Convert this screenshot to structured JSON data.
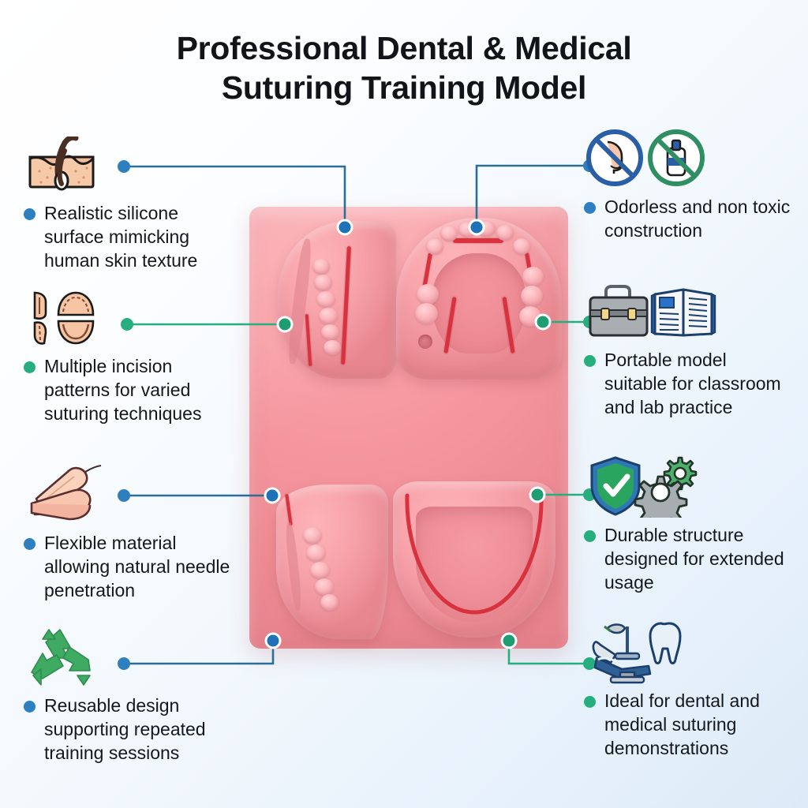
{
  "title": {
    "line1": "Professional Dental & Medical",
    "line2": "Suturing Training Model"
  },
  "colors": {
    "accent_blue": "#2e7fc0",
    "accent_green": "#27ae7f",
    "pad_pink": "#f79aa2",
    "incision_red": "#d8323f",
    "text": "#14181c",
    "bg_light": "#ffffff",
    "bg_blue": "#dceaf7"
  },
  "center_image": {
    "label": "silicone suturing training pad with four dental arch modules",
    "modules": [
      "upper-left-half-arch",
      "upper-right-maxilla-arch",
      "lower-left-mandible-side",
      "lower-right-mandible-arch"
    ]
  },
  "features": [
    {
      "id": "f1",
      "side": "left",
      "color": "blue",
      "icon": "skin-layer-icon",
      "text": "Realistic silicone surface mimicking human skin texture"
    },
    {
      "id": "f2",
      "side": "left",
      "color": "green",
      "icon": "incision-patterns-icon",
      "text": "Multiple incision patterns for varied suturing techniques"
    },
    {
      "id": "f3",
      "side": "left",
      "color": "blue",
      "icon": "flexible-pad-needle-icon",
      "text": "Flexible material allowing natural needle penetration"
    },
    {
      "id": "f4",
      "side": "left",
      "color": "blue",
      "icon": "recycle-icon",
      "text": "Reusable design supporting repeated training sessions"
    },
    {
      "id": "f5",
      "side": "right",
      "color": "blue",
      "icon": "no-odor-no-toxic-icon",
      "text": "Odorless and non toxic construction"
    },
    {
      "id": "f6",
      "side": "right",
      "color": "green",
      "icon": "briefcase-book-icon",
      "text": "Portable model suitable for classroom and lab practice"
    },
    {
      "id": "f7",
      "side": "right",
      "color": "green",
      "icon": "shield-gears-icon",
      "text": "Durable structure designed for extended usage"
    },
    {
      "id": "f8",
      "side": "right",
      "color": "green",
      "icon": "dental-chair-tooth-icon",
      "text": "Ideal for dental and medical suturing demonstrations"
    }
  ]
}
